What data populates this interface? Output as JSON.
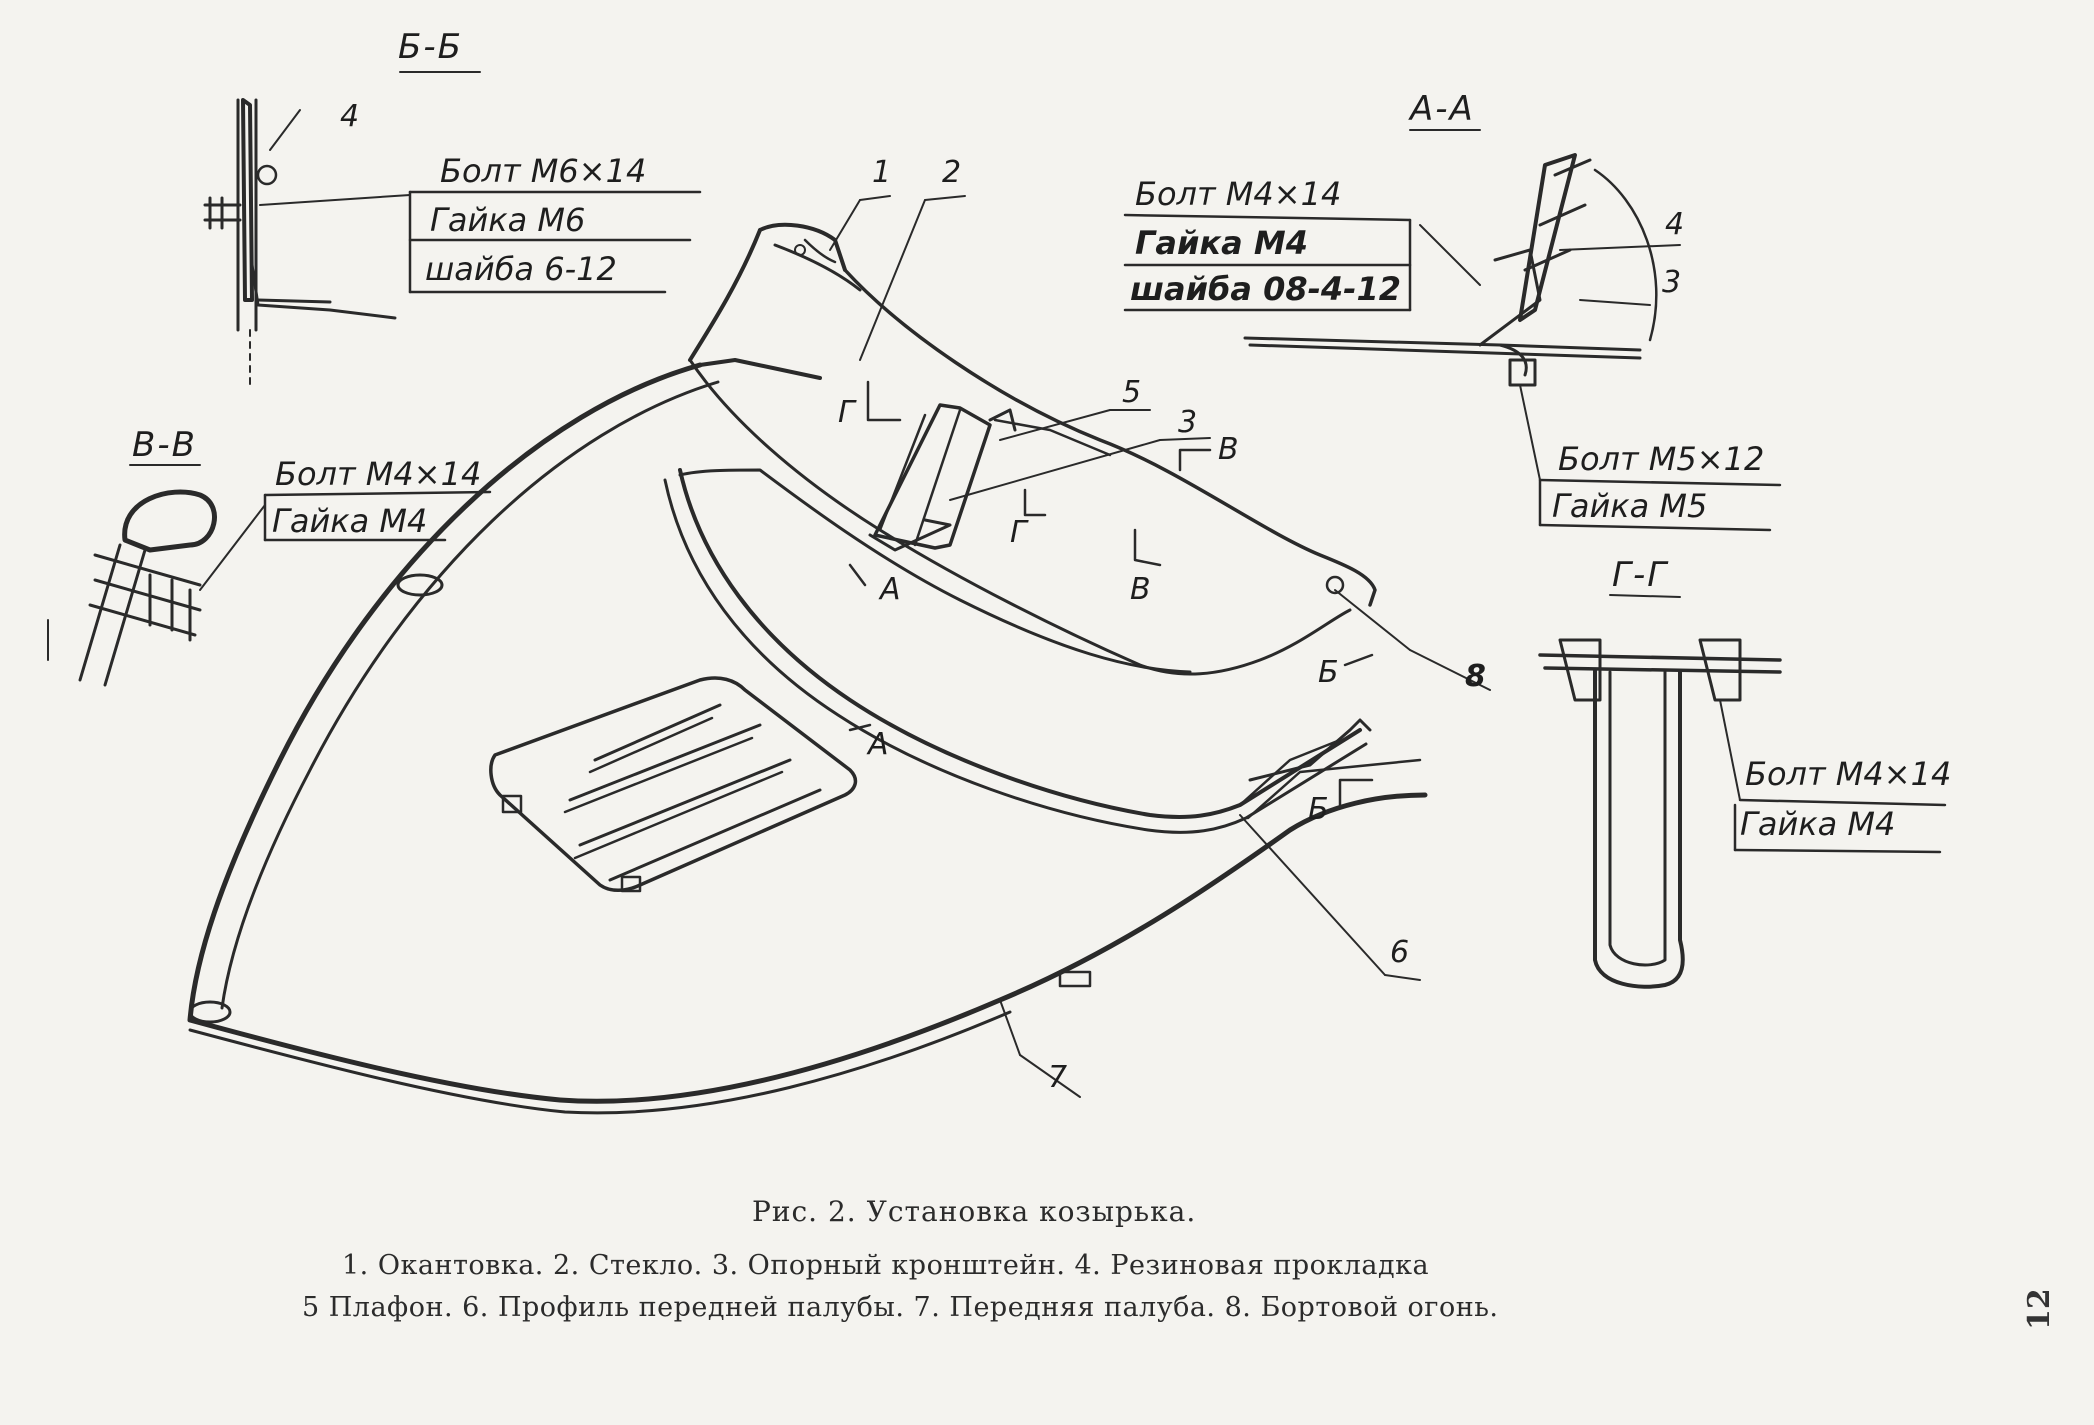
{
  "sections": {
    "bb": "Б-Б",
    "aa": "А-А",
    "vv": "В-В",
    "gg": "Г-Г"
  },
  "callouts": {
    "bb": [
      "Болт М6×14",
      "Гайка М6",
      "шайба 6-12"
    ],
    "aa_top": [
      "Болт М4×14",
      "Гайка М4",
      "шайба 08-4-12"
    ],
    "aa_bottom": [
      "Болт М5×12",
      "Гайка М5"
    ],
    "vv": [
      "Болт М4×14",
      "Гайка М4"
    ],
    "gg": [
      "Болт М4×14",
      "Гайка М4"
    ]
  },
  "part_numbers": {
    "bb_4": "4",
    "aa_4": "4",
    "aa_3": "3",
    "main_1": "1",
    "main_2": "2",
    "main_3": "3",
    "main_5": "5",
    "main_6": "6",
    "main_7": "7",
    "main_8": "8"
  },
  "cut_marks": {
    "g1": "Г",
    "g2": "Г",
    "v1": "В",
    "v2": "В",
    "a1": "А",
    "a2": "А",
    "b1": "Б",
    "b2": "Б"
  },
  "caption": {
    "title": "Рис. 2. Установка козырька.",
    "line1": "1. Окантовка. 2. Стекло. 3. Опорный кронштейн. 4. Резиновая прокладка",
    "line2": "5 Плафон. 6. Профиль передней палубы. 7. Передняя палуба. 8. Бортовой огонь."
  },
  "page_number": "12"
}
